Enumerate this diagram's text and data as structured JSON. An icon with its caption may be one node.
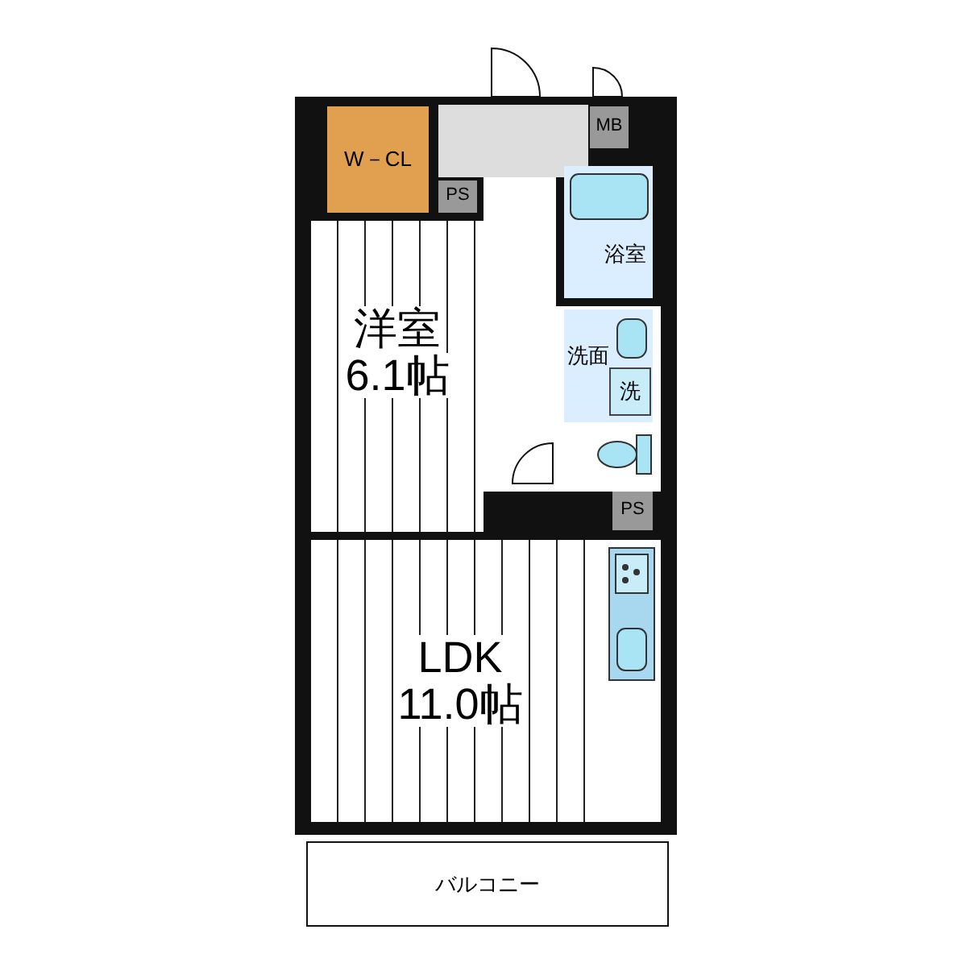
{
  "diagram": {
    "nodes": [
      {
        "text": [
          "W－CL"
        ]
      },
      {
        "text": [
          "MB"
        ]
      },
      {
        "text": [
          "PS"
        ]
      },
      {
        "text": [
          "浴室"
        ]
      },
      {
        "text": [
          "洗面"
        ]
      },
      {
        "text": [
          "洗"
        ],
        "in": 4
      },
      {
        "text": [
          "洋室",
          "6.1帖"
        ]
      },
      {
        "text": [
          "PS"
        ]
      },
      {
        "text": [
          "LDK",
          "11.0帖"
        ]
      },
      {
        "text": [
          "バルコニー"
        ]
      }
    ]
  }
}
